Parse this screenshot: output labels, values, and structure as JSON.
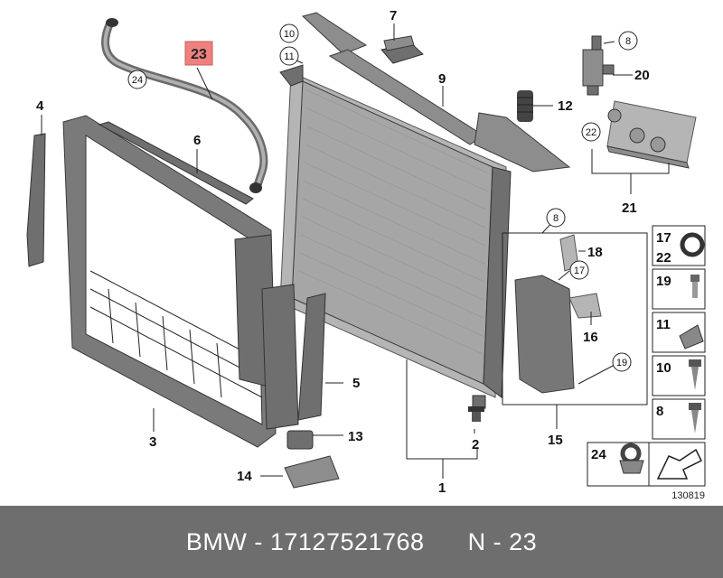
{
  "callouts": {
    "c1": "1",
    "c2": "2",
    "c3": "3",
    "c4": "4",
    "c5": "5",
    "c6": "6",
    "c7": "7",
    "c8a": "8",
    "c8b": "8",
    "c9": "9",
    "c10": "10",
    "c11": "11",
    "c12": "12",
    "c13": "13",
    "c14": "14",
    "c15": "15",
    "c16": "16",
    "c17": "17",
    "c18": "18",
    "c19": "19",
    "c20": "20",
    "c21": "21",
    "c22": "22",
    "c23": "23",
    "c24": "24"
  },
  "legend": {
    "l17": "17",
    "l22": "22",
    "l19": "19",
    "l11": "11",
    "l10": "10",
    "l8": "8",
    "l24": "24"
  },
  "diagram_number": "130819",
  "footer": {
    "brand": "BMW",
    "sep1": " - ",
    "part_number": "17127521768",
    "gap": "      ",
    "position_label": "N - 23"
  },
  "colors": {
    "highlight": "#f08080",
    "footer_bg": "#6e6e6e",
    "parts": "#8d8d8d"
  }
}
